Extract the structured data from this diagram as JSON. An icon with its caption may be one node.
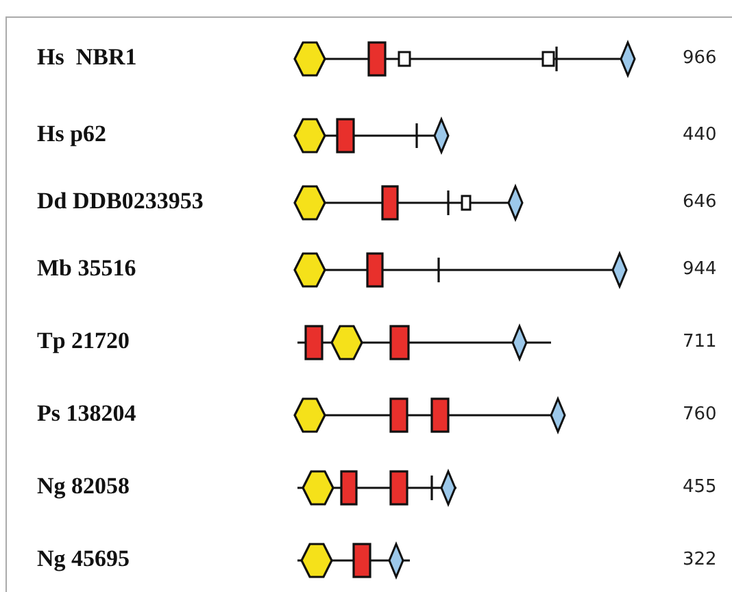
{
  "diagram": {
    "labels": [
      "Hs  NBR1",
      "966",
      "Hs p62",
      "440",
      "Dd DDB0233953",
      "646",
      "Mb 35516",
      "944",
      "Tp 21720",
      "711",
      "Ps 138204",
      "760",
      "Ng 82058",
      "455",
      "Ng 45695",
      "322"
    ]
  }
}
